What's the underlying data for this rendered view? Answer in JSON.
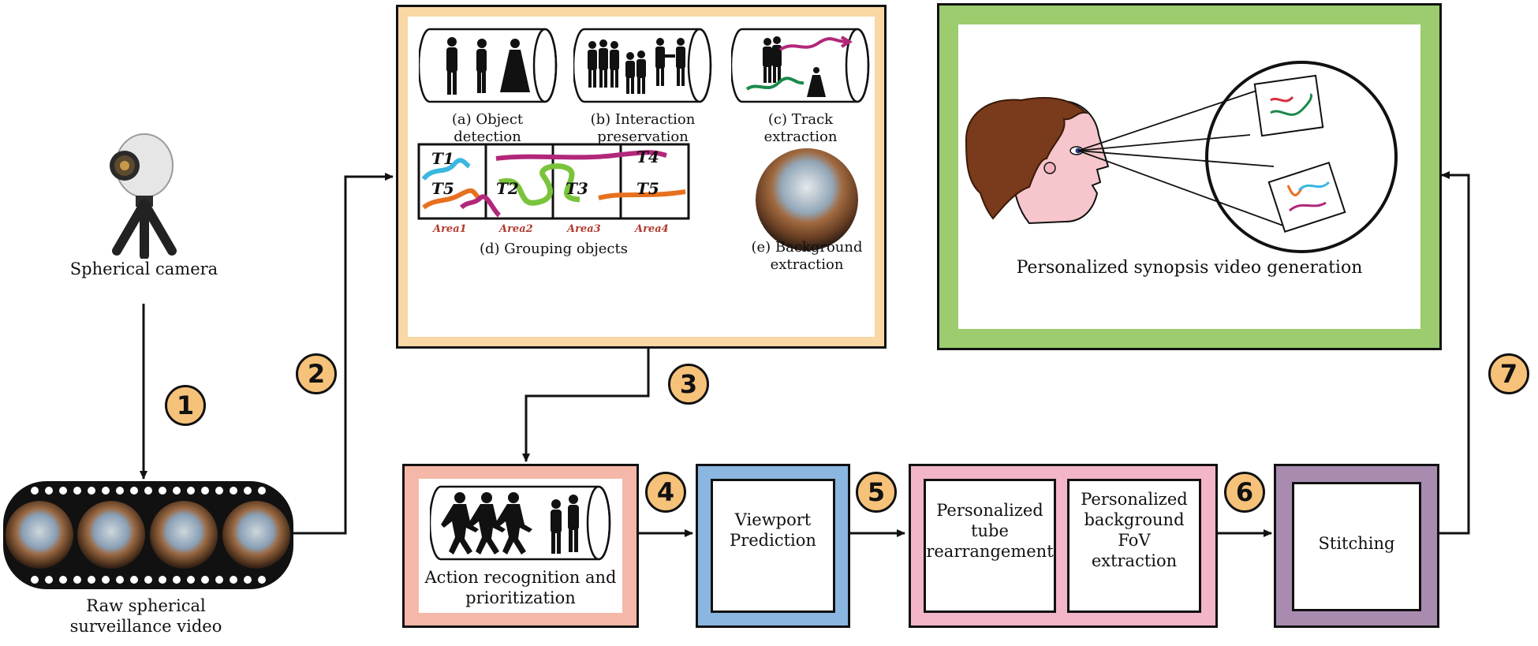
{
  "camera": {
    "label": "Spherical camera"
  },
  "raw_video": {
    "label_line1": "Raw spherical",
    "label_line2": "surveillance video"
  },
  "steps": [
    "1",
    "2",
    "3",
    "4",
    "5",
    "6",
    "7"
  ],
  "analysis_panel": {
    "object_detection": {
      "line1": "(a) Object",
      "line2": "detection"
    },
    "interaction_preservation": {
      "line1": "(b) Interaction",
      "line2": "preservation"
    },
    "track_extraction": {
      "line1": "(c) Track",
      "line2": "extraction"
    },
    "grouping_objects": {
      "label": "(d) Grouping objects",
      "tracks": [
        "T1",
        "T5",
        "T2",
        "T3",
        "T4",
        "T5"
      ],
      "areas": [
        "Area1",
        "Area2",
        "Area3",
        "Area4"
      ]
    },
    "background_extraction": {
      "line1": "(e) Background",
      "line2": "extraction"
    }
  },
  "synopsis_panel": {
    "label": "Personalized synopsis video generation"
  },
  "action_box": {
    "line1": "Action recognition and",
    "line2": "prioritization"
  },
  "viewport_box": {
    "line1": "Viewport",
    "line2": "Prediction"
  },
  "tube_box": {
    "line1": "Personalized",
    "line2": "tube",
    "line3": "rearrangement"
  },
  "fov_box": {
    "line1": "Personalized",
    "line2": "background",
    "line3": "FoV",
    "line4": "extraction"
  },
  "stitching_box": {
    "label": "Stitching"
  },
  "colors": {
    "analysis_border": "#f9d8a6",
    "synopsis_border": "#9ccc6e",
    "action_border": "#f5b8a8",
    "viewport_border": "#8ab6e0",
    "tube_border": "#f2b6c8",
    "stitching_border": "#a98bb0",
    "step_fill": "#f6c27a"
  }
}
